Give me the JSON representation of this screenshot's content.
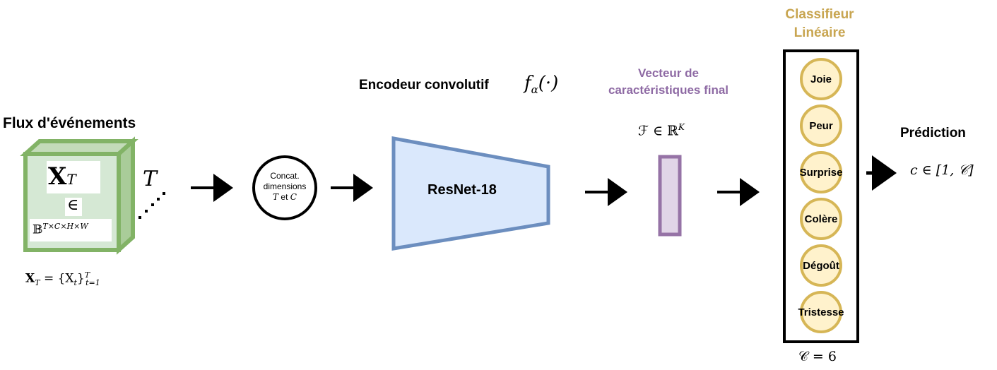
{
  "input": {
    "title": "Flux d'événements",
    "tensor_symbol": "X",
    "tensor_subscript": "T",
    "element_of": "∈",
    "space_base": "𝔹",
    "space_exponent": "T×C×H×W",
    "time_label": "T",
    "sequence_formula": "X",
    "sequence_formula_sub": "T",
    "sequence_formula_rest": "= {X",
    "sequence_formula_rest_sub": "t",
    "sequence_formula_close": "}",
    "sequence_formula_sup": "T",
    "sequence_formula_range": "t=1"
  },
  "concat": {
    "line1": "Concat.",
    "line2": "dimensions",
    "line3_a": "T",
    "line3_b": "et",
    "line3_c": "C"
  },
  "encoder": {
    "title": "Encodeur convolutif",
    "function": "f",
    "function_sub": "α",
    "function_arg": "(·)",
    "block_label": "ResNet-18"
  },
  "feature": {
    "title_line1": "Vecteur de",
    "title_line2": "caractéristiques final",
    "formula": "ℱ ∈ ℝ",
    "formula_sup": "K"
  },
  "classifier": {
    "title_line1": "Classifieur",
    "title_line2": "Linéaire",
    "classes": [
      "Joie",
      "Peur",
      "Surprise",
      "Colère",
      "Dégoût",
      "Tristesse"
    ],
    "count_formula": "𝒞 = 6"
  },
  "prediction": {
    "title": "Prédiction",
    "formula": "c ∈ [1, 𝒞]"
  },
  "colors": {
    "cube_green": "#82b366",
    "cube_fill": "#d5e8d4",
    "resnet_blue": "#6c8ebf",
    "resnet_fill": "#dae8fc",
    "feature_purple": "#9673a6",
    "feature_fill": "#e1d5e7",
    "classifier_gold": "#d6b656",
    "class_fill": "#fff2cc",
    "feature_title": "#8e6aa4",
    "classifier_title": "#c8a550"
  }
}
